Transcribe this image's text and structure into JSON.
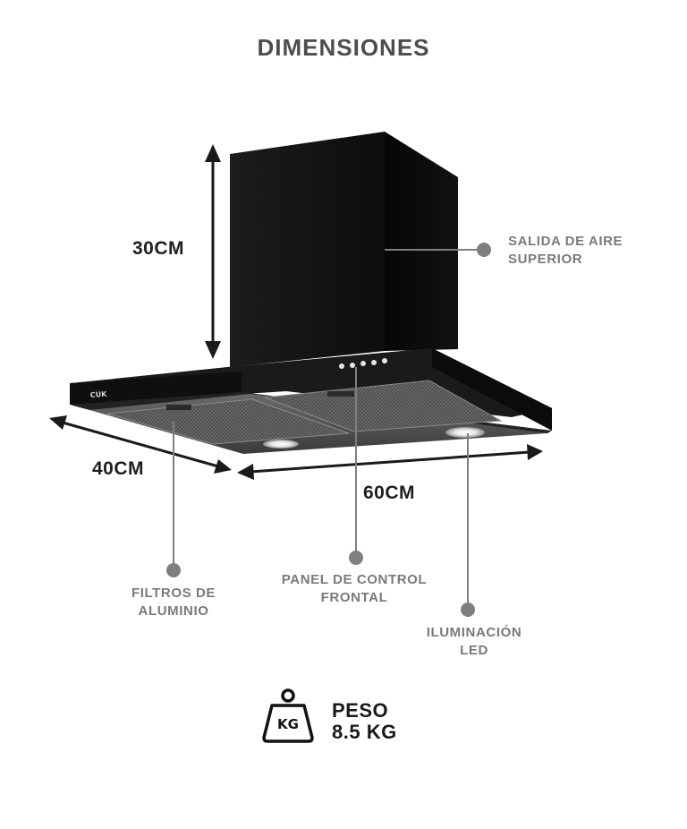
{
  "title": "DIMENSIONES",
  "dimensions": {
    "height": "30CM",
    "depth": "40CM",
    "width": "60CM"
  },
  "callouts": {
    "air_outlet_line1": "SALIDA DE AIRE",
    "air_outlet_line2": "SUPERIOR",
    "filters_line1": "FILTROS DE",
    "filters_line2": "ALUMINIO",
    "control_line1": "PANEL DE CONTROL",
    "control_line2": "FRONTAL",
    "led_line1": "ILUMINACIÓN",
    "led_line2": "LED"
  },
  "brand_logo": "CUK",
  "weight": {
    "icon_label": "KG",
    "label": "PESO",
    "value": "8.5 KG"
  },
  "icons": {
    "weight": "kettlebell-weight-icon"
  },
  "colors": {
    "product": "#111111",
    "callout_line": "#7f7f7f",
    "dimension_arrow": "#1a1a1a",
    "title": "#4d4d4d"
  }
}
